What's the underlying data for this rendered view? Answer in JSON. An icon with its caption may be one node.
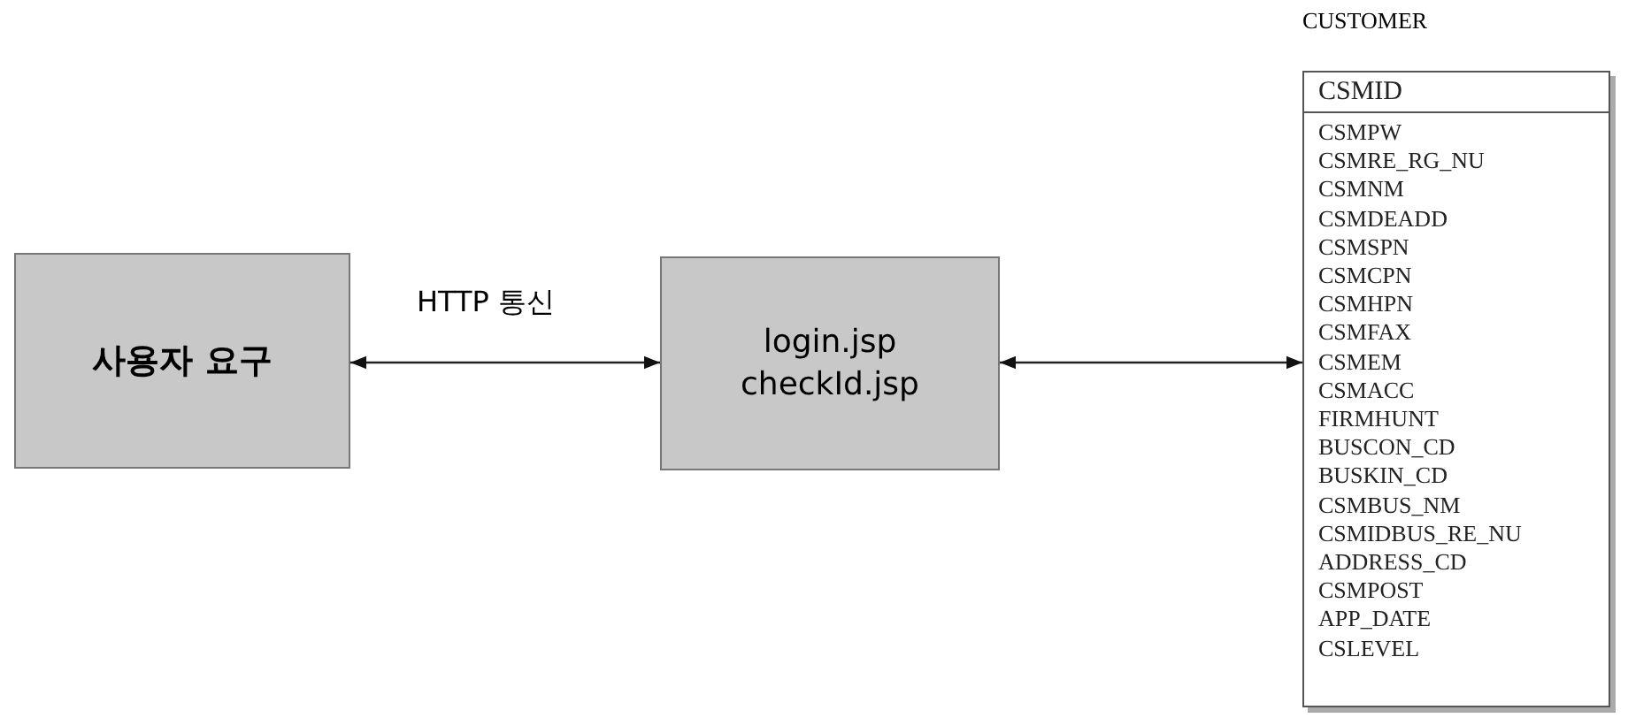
{
  "diagram": {
    "nodes": [
      {
        "text": [
          "사용자 요구"
        ]
      },
      {
        "text": [
          "login.jsp",
          "checkId.jsp"
        ]
      },
      {
        "text": [
          "CUSTOMER",
          "CSMID",
          "CSMPW",
          "CSMRE_RG_NU",
          "CSMNM",
          "CSMDEADD",
          "CSMSPN",
          "CSMCPN",
          "CSMHPN",
          "CSMFAX",
          "CSMEM",
          "CSMACC",
          "FIRMHUNT",
          "BUSCON_CD",
          "BUSKIN_CD",
          "CSMBUS_NM",
          "CSMIDBUS_RE_NU",
          "ADDRESS_CD",
          "CSMPOST",
          "APP_DATE",
          "CSLEVEL"
        ]
      }
    ],
    "edges": [
      {
        "from": 0,
        "to": 1,
        "arrow": "both",
        "label": "HTTP 통신"
      },
      {
        "from": 1,
        "to": 2,
        "arrow": "both"
      }
    ]
  }
}
